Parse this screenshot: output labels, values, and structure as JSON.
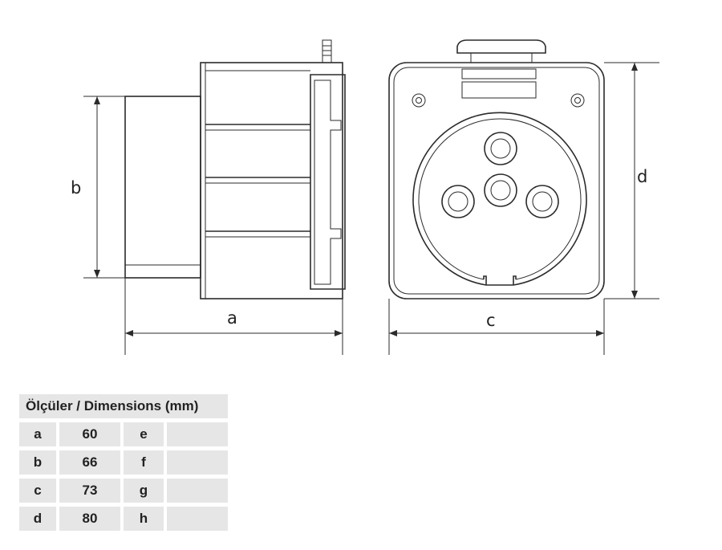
{
  "labels": {
    "a": "a",
    "b": "b",
    "c": "c",
    "d": "d"
  },
  "table": {
    "header": "Ölçüler / Dimensions (mm)",
    "rows": [
      {
        "key": "a",
        "value": "60",
        "key2": "e",
        "value2": ""
      },
      {
        "key": "b",
        "value": "66",
        "key2": "f",
        "value2": ""
      },
      {
        "key": "c",
        "value": "73",
        "key2": "g",
        "value2": ""
      },
      {
        "key": "d",
        "value": "80",
        "key2": "h",
        "value2": ""
      }
    ]
  }
}
